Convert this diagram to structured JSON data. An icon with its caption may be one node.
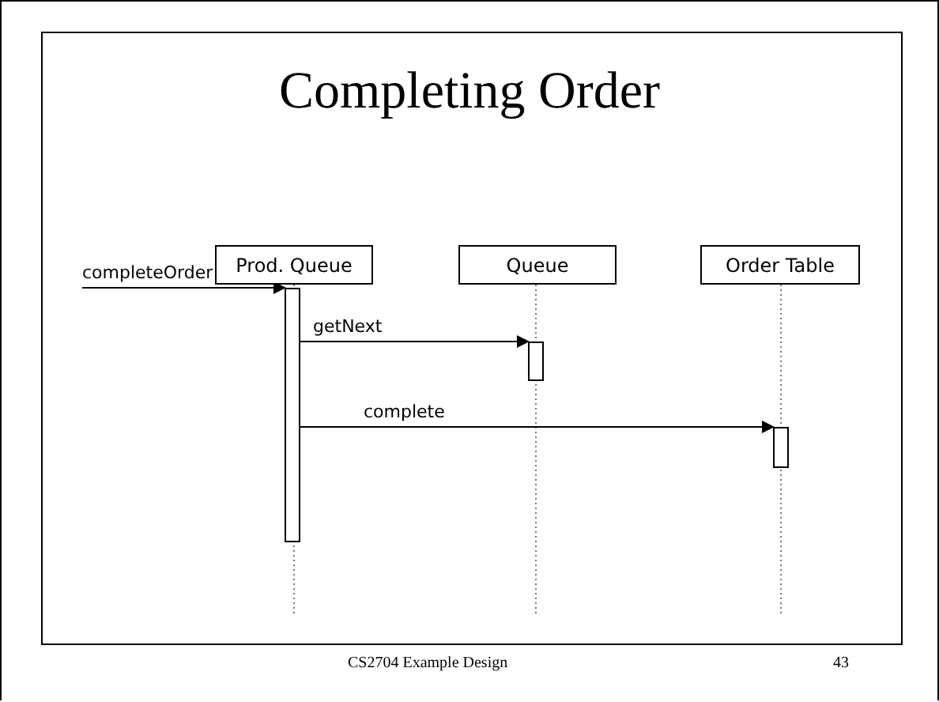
{
  "diagram": {
    "title": "Completing Order",
    "nodes": [
      {
        "text": [
          "Prod. Queue"
        ]
      },
      {
        "text": [
          "Queue"
        ]
      },
      {
        "text": [
          "Order Table"
        ]
      },
      {
        "text": [],
        "shape": "bar"
      },
      {
        "text": [],
        "shape": "bar"
      },
      {
        "text": [],
        "shape": "bar"
      }
    ],
    "edges": [
      {
        "from": null,
        "to": 3,
        "arrow": "to",
        "label": "completeOrder"
      },
      {
        "from": 3,
        "to": 4,
        "arrow": "to",
        "label": "getNext"
      },
      {
        "from": 3,
        "to": 5,
        "arrow": "to",
        "label": "complete"
      }
    ],
    "labels": [
      "CS2704 Example Design",
      "43"
    ]
  }
}
